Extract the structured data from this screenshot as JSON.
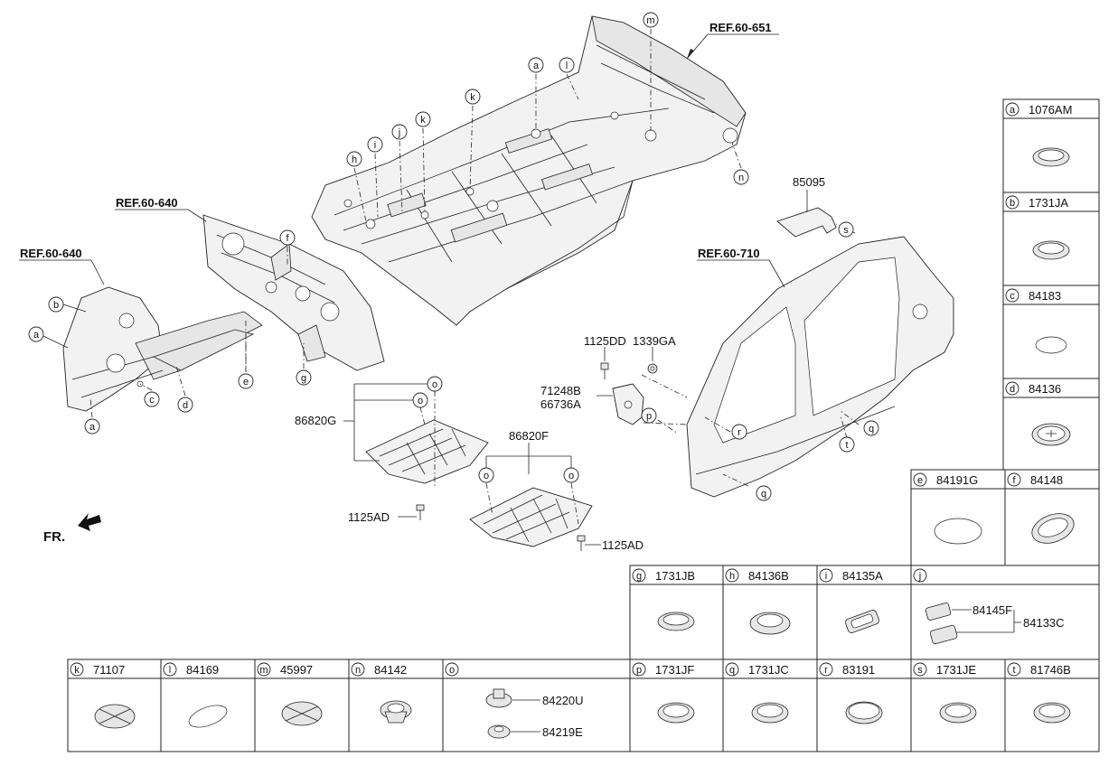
{
  "refs": {
    "r651": "REF.60-651",
    "r640a": "REF.60-640",
    "r640b": "REF.60-640",
    "r710": "REF.60-710"
  },
  "callouts": {
    "a1": "a",
    "a2": "a",
    "a3": "a",
    "b1": "b",
    "c1": "c",
    "d1": "d",
    "e1": "e",
    "f1": "f",
    "g1": "g",
    "h1": "h",
    "i1": "i",
    "j1": "j",
    "k1": "k",
    "k2": "k",
    "l1": "l",
    "m1": "m",
    "n1": "n",
    "o1": "o",
    "o2": "o",
    "o3": "o",
    "o4": "o",
    "p1": "p",
    "q1": "q",
    "q2": "q",
    "r1": "r",
    "s1": "s",
    "t1": "t"
  },
  "part_labels": {
    "p85095": "85095",
    "p1125DD": "1125DD",
    "p1339GA": "1339GA",
    "p71248B": "71248B",
    "p66736A": "66736A",
    "p86820G": "86820G",
    "p86820F": "86820F",
    "p1125AD_1": "1125AD",
    "p1125AD_2": "1125AD",
    "fr": "FR."
  },
  "legend": {
    "a": {
      "letter": "a",
      "part": "1076AM"
    },
    "b": {
      "letter": "b",
      "part": "1731JA"
    },
    "c": {
      "letter": "c",
      "part": "84183"
    },
    "d": {
      "letter": "d",
      "part": "84136"
    },
    "e": {
      "letter": "e",
      "part": "84191G"
    },
    "f": {
      "letter": "f",
      "part": "84148"
    },
    "g": {
      "letter": "g",
      "part": "1731JB"
    },
    "h": {
      "letter": "h",
      "part": "84136B"
    },
    "i": {
      "letter": "i",
      "part": "84135A"
    },
    "j": {
      "letter": "j",
      "part": "",
      "sub1": "84145F",
      "sub2": "84133C"
    },
    "k": {
      "letter": "k",
      "part": "71107"
    },
    "l": {
      "letter": "l",
      "part": "84169"
    },
    "m": {
      "letter": "m",
      "part": "45997"
    },
    "n": {
      "letter": "n",
      "part": "84142"
    },
    "o": {
      "letter": "o",
      "part": "",
      "sub1": "84220U",
      "sub2": "84219E"
    },
    "p": {
      "letter": "p",
      "part": "1731JF"
    },
    "q": {
      "letter": "q",
      "part": "1731JC"
    },
    "r": {
      "letter": "r",
      "part": "83191"
    },
    "s": {
      "letter": "s",
      "part": "1731JE"
    },
    "t": {
      "letter": "t",
      "part": "81746B"
    }
  }
}
